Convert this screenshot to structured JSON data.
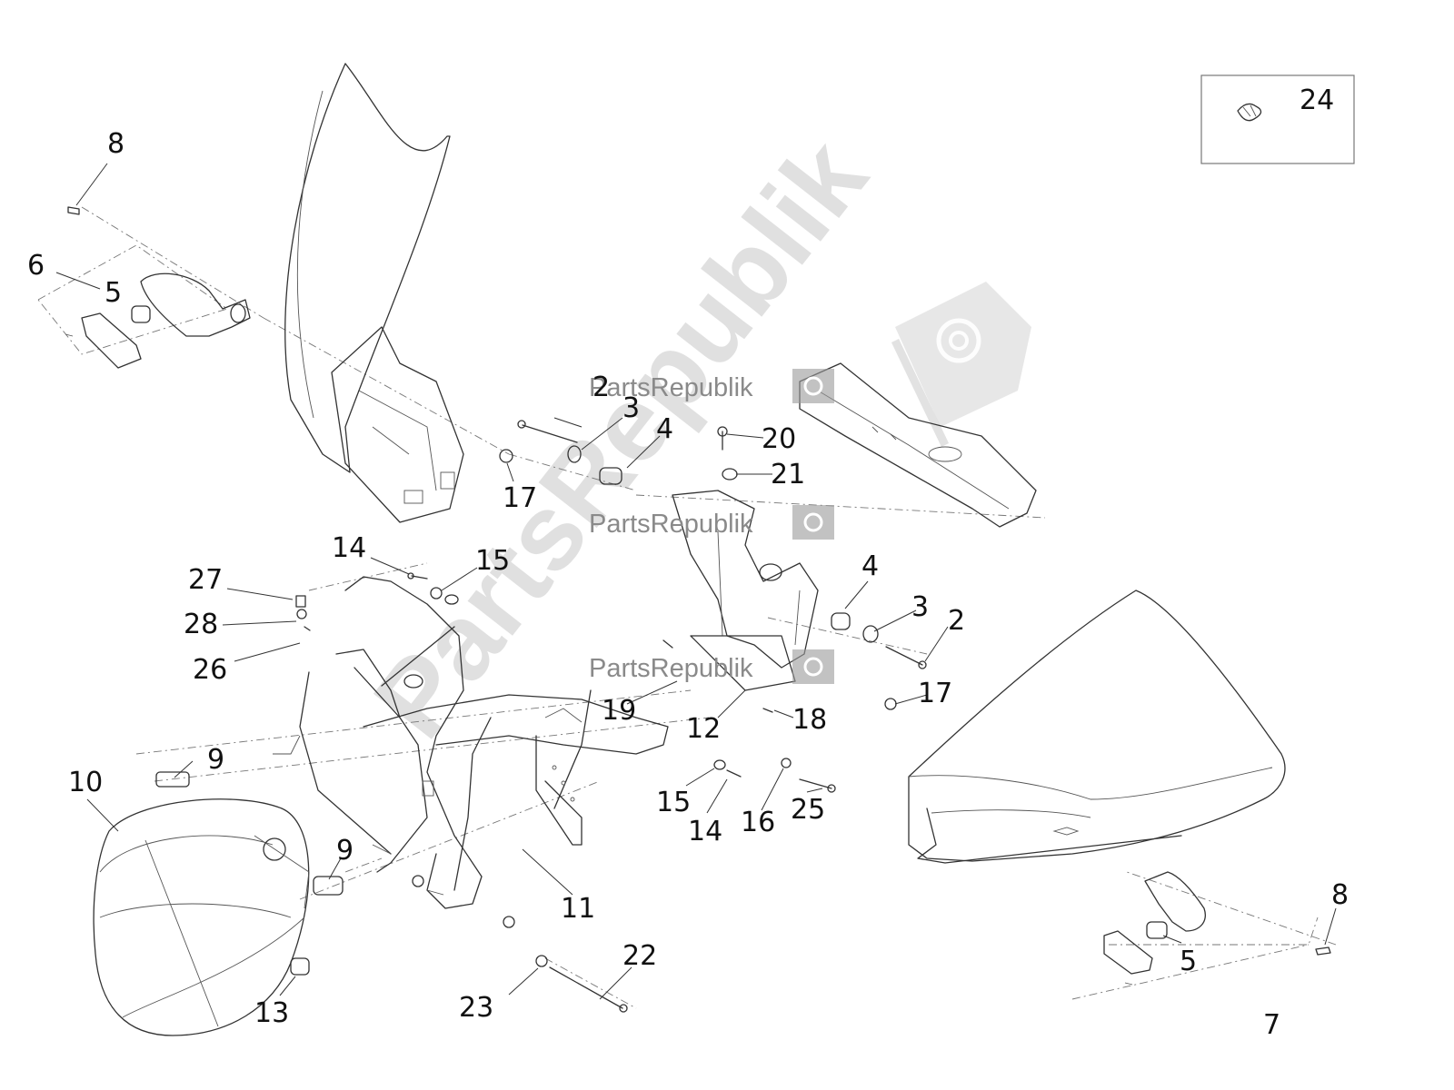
{
  "diagram": {
    "watermark_small": "PartsRepublik",
    "watermark_big": "PartsRepublik",
    "kit_box_label": "24",
    "callouts": {
      "c2_top": "2",
      "c3_top": "3",
      "c4_top": "4",
      "c20": "20",
      "c21": "21",
      "c17_top": "17",
      "c8_left": "8",
      "c6": "6",
      "c5_left": "5",
      "c14_top": "14",
      "c15_top": "15",
      "c27": "27",
      "c28": "28",
      "c26": "26",
      "c4_right": "4",
      "c3_right": "3",
      "c2_right": "2",
      "c17_right": "17",
      "c19": "19",
      "c12": "12",
      "c18": "18",
      "c9_top": "9",
      "c10": "10",
      "c9_mid": "9",
      "c15_bot": "15",
      "c14_bot": "14",
      "c16": "16",
      "c25": "25",
      "c11": "11",
      "c13": "13",
      "c22": "22",
      "c23": "23",
      "c8_right": "8",
      "c5_right": "5",
      "c7": "7"
    }
  }
}
